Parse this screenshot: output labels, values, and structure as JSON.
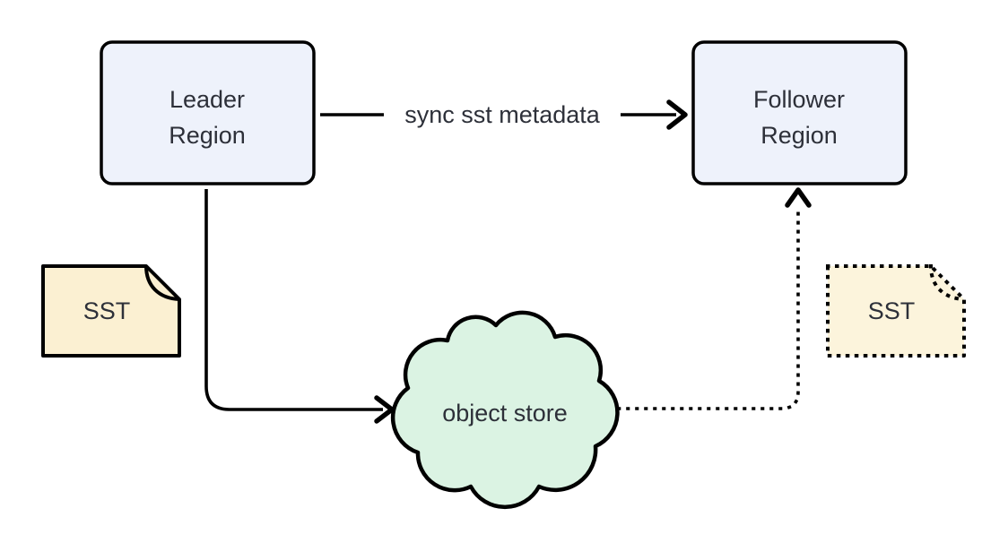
{
  "diagram": {
    "type": "flow-diagram",
    "background": "#ffffff",
    "nodes": {
      "leader": {
        "shape": "rounded-rect",
        "lines": [
          "Leader",
          "Region"
        ],
        "fill": "#eef2fb",
        "border_style": "solid"
      },
      "follower": {
        "shape": "rounded-rect",
        "lines": [
          "Follower",
          "Region"
        ],
        "fill": "#eef2fb",
        "border_style": "solid"
      },
      "sst_left": {
        "shape": "page",
        "label": "SST",
        "fill": "#fbf0d2",
        "border_style": "solid"
      },
      "sst_right": {
        "shape": "page",
        "label": "SST",
        "fill": "#fcf4dc",
        "border_style": "dotted"
      },
      "object_store": {
        "shape": "cloud",
        "label": "object store",
        "fill": "#dbf3e3",
        "border_style": "solid"
      }
    },
    "edges": {
      "sync_metadata": {
        "label": "sync sst metadata",
        "from": "leader",
        "to": "follower",
        "style": "solid",
        "arrowhead": "chevron-right"
      },
      "upload_sst": {
        "label": "",
        "from": "leader",
        "to": "object_store",
        "style": "solid",
        "arrowhead": "chevron-right"
      },
      "replicate_sst": {
        "label": "",
        "from": "object_store",
        "to": "follower",
        "style": "dotted",
        "arrowhead": "chevron-up"
      }
    },
    "colors": {
      "stroke": "#000000",
      "text": "#2d3039",
      "node_fill_blue": "#eef2fb",
      "note_fill_cream": "#fbf0d2",
      "cloud_fill_green": "#dbf3e3",
      "background": "#ffffff"
    }
  }
}
